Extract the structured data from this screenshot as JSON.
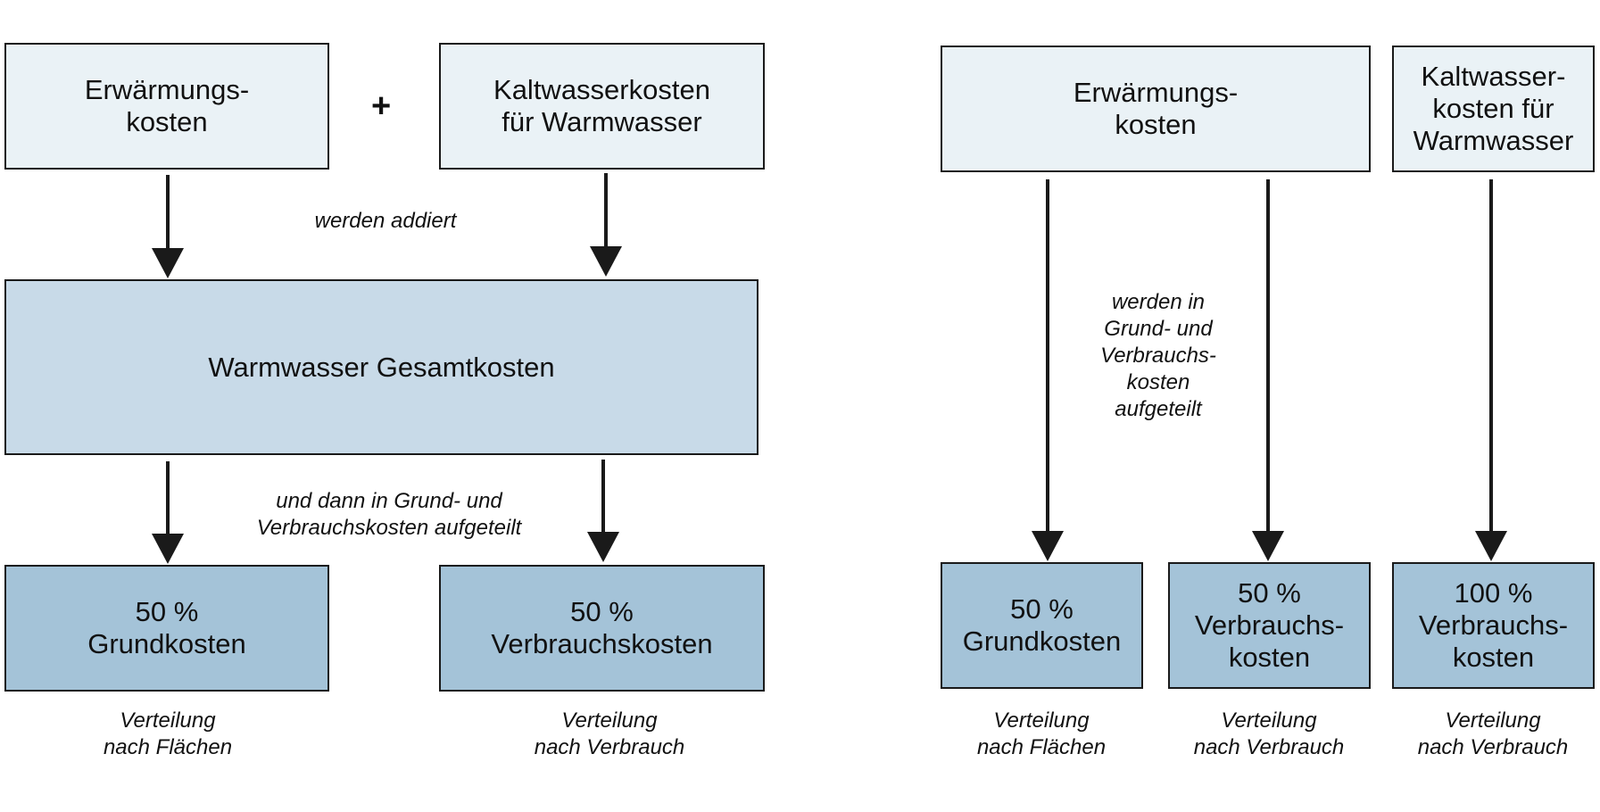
{
  "left": {
    "heating_costs": [
      "Erwärmungs-",
      "kosten"
    ],
    "plus_sign": "+",
    "cold_water_costs": [
      "Kaltwasserkosten",
      "für Warmwasser"
    ],
    "added_note": "werden addiert",
    "total_costs": "Warmwasser Gesamtkosten",
    "split_note": [
      "und dann in Grund- und",
      "Verbrauchskosten aufgeteilt"
    ],
    "base_costs": [
      "50 %",
      "Grundkosten"
    ],
    "consumption_costs": [
      "50 %",
      "Verbrauchskosten"
    ],
    "dist_area": [
      "Verteilung",
      "nach Flächen"
    ],
    "dist_consumption": [
      "Verteilung",
      "nach Verbrauch"
    ]
  },
  "right": {
    "heating_costs": [
      "Erwärmungs-",
      "kosten"
    ],
    "cold_water_costs": [
      "Kaltwasser-",
      "kosten für",
      "Warmwasser"
    ],
    "split_note": [
      "werden in",
      "Grund- und",
      "Verbrauchs-",
      "kosten",
      "aufgeteilt"
    ],
    "base_costs": [
      "50 %",
      "Grundkosten"
    ],
    "consumption_costs": [
      "50 %",
      "Verbrauchs-",
      "kosten"
    ],
    "full_consumption_costs": [
      "100 %",
      "Verbrauchs-",
      "kosten"
    ],
    "dist_area": [
      "Verteilung",
      "nach Flächen"
    ],
    "dist_consumption": [
      "Verteilung",
      "nach Verbrauch"
    ],
    "dist_consumption_2": [
      "Verteilung",
      "nach Verbrauch"
    ]
  },
  "colors": {
    "box_light": "#eaf2f6",
    "box_mid": "#c8dae8",
    "box_dark": "#a4c3d8",
    "line": "#1a1a1a"
  }
}
